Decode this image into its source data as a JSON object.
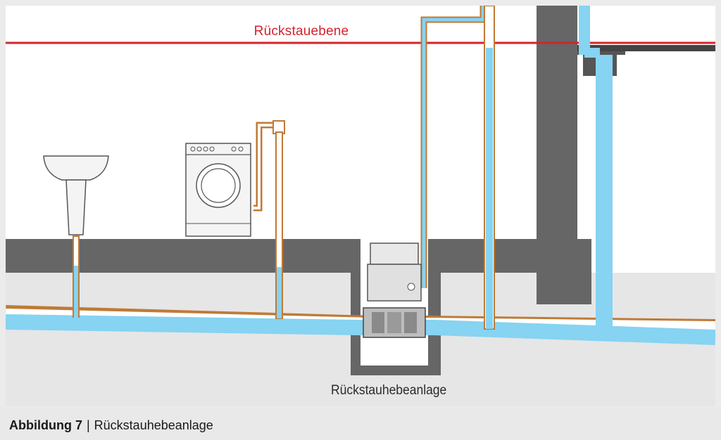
{
  "diagram": {
    "backflow_level_label": "Rückstauebene",
    "system_label": "Rückstauhebeanlage"
  },
  "caption": {
    "figure_number": "Abbildung 7",
    "separator": "|",
    "title": "Rückstauhebeanlage"
  },
  "colors": {
    "backflow_line": "#d4232d",
    "water_pipe": "#86d3f2",
    "pipe_outline": "#c07a36",
    "concrete": "#666666",
    "soil": "#e6e6e6"
  },
  "icons": [
    "sink-icon",
    "washing-machine-icon",
    "lifting-station-icon"
  ]
}
